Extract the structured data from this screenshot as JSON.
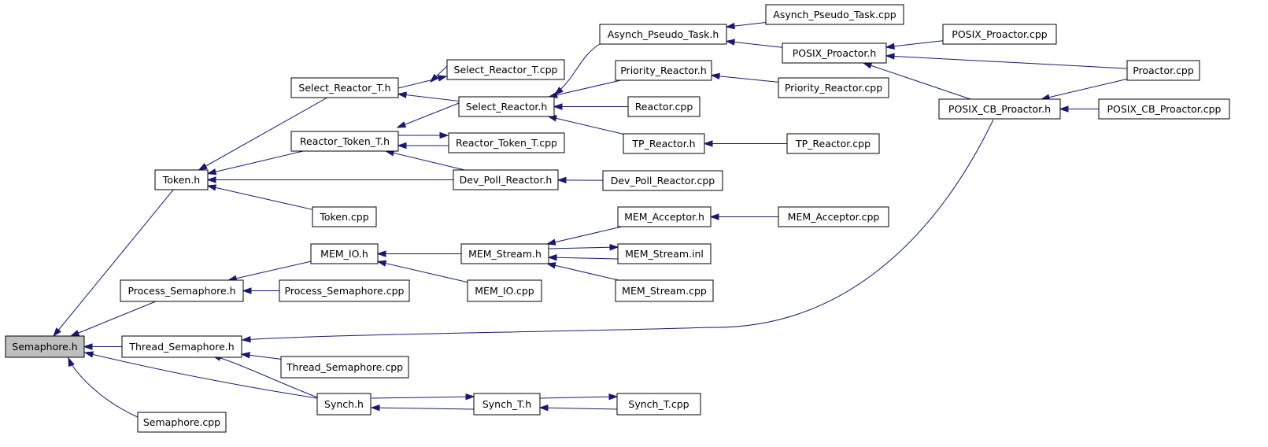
{
  "diagram": {
    "type": "include-dependency-graph",
    "colors": {
      "edge": "#191970",
      "root_fill": "#bfbfbf",
      "node_fill": "#ffffff",
      "node_border": "#000000"
    },
    "nodes": [
      {
        "id": "semaphore_h",
        "label": "Semaphore.h",
        "root": true
      },
      {
        "id": "token_h",
        "label": "Token.h"
      },
      {
        "id": "process_semaphore_h",
        "label": "Process_Semaphore.h"
      },
      {
        "id": "thread_semaphore_h",
        "label": "Thread_Semaphore.h"
      },
      {
        "id": "synch_h",
        "label": "Synch.h"
      },
      {
        "id": "semaphore_cpp",
        "label": "Semaphore.cpp"
      },
      {
        "id": "select_reactor_t_h",
        "label": "Select_Reactor_T.h"
      },
      {
        "id": "reactor_token_t_h",
        "label": "Reactor_Token_T.h"
      },
      {
        "id": "dev_poll_reactor_h",
        "label": "Dev_Poll_Reactor.h"
      },
      {
        "id": "token_cpp",
        "label": "Token.cpp"
      },
      {
        "id": "mem_io_h",
        "label": "MEM_IO.h"
      },
      {
        "id": "process_semaphore_cpp",
        "label": "Process_Semaphore.cpp"
      },
      {
        "id": "thread_semaphore_cpp",
        "label": "Thread_Semaphore.cpp"
      },
      {
        "id": "select_reactor_t_cpp",
        "label": "Select_Reactor_T.cpp"
      },
      {
        "id": "select_reactor_h",
        "label": "Select_Reactor.h"
      },
      {
        "id": "reactor_token_t_cpp",
        "label": "Reactor_Token_T.cpp"
      },
      {
        "id": "mem_stream_h",
        "label": "MEM_Stream.h"
      },
      {
        "id": "mem_io_cpp",
        "label": "MEM_IO.cpp"
      },
      {
        "id": "synch_t_h",
        "label": "Synch_T.h"
      },
      {
        "id": "asynch_pseudo_task_h",
        "label": "Asynch_Pseudo_Task.h"
      },
      {
        "id": "priority_reactor_h",
        "label": "Priority_Reactor.h"
      },
      {
        "id": "reactor_cpp",
        "label": "Reactor.cpp"
      },
      {
        "id": "tp_reactor_h",
        "label": "TP_Reactor.h"
      },
      {
        "id": "dev_poll_reactor_cpp",
        "label": "Dev_Poll_Reactor.cpp"
      },
      {
        "id": "mem_acceptor_h",
        "label": "MEM_Acceptor.h"
      },
      {
        "id": "mem_stream_inl",
        "label": "MEM_Stream.inl"
      },
      {
        "id": "mem_stream_cpp",
        "label": "MEM_Stream.cpp"
      },
      {
        "id": "synch_t_cpp",
        "label": "Synch_T.cpp"
      },
      {
        "id": "asynch_pseudo_task_cpp",
        "label": "Asynch_Pseudo_Task.cpp"
      },
      {
        "id": "posix_proactor_h",
        "label": "POSIX_Proactor.h"
      },
      {
        "id": "priority_reactor_cpp",
        "label": "Priority_Reactor.cpp"
      },
      {
        "id": "tp_reactor_cpp",
        "label": "TP_Reactor.cpp"
      },
      {
        "id": "mem_acceptor_cpp",
        "label": "MEM_Acceptor.cpp"
      },
      {
        "id": "posix_cb_proactor_h",
        "label": "POSIX_CB_Proactor.h"
      },
      {
        "id": "posix_proactor_cpp",
        "label": "POSIX_Proactor.cpp"
      },
      {
        "id": "proactor_cpp",
        "label": "Proactor.cpp"
      },
      {
        "id": "posix_cb_proactor_cpp",
        "label": "POSIX_CB_Proactor.cpp"
      }
    ],
    "edges": [
      {
        "from": "token_h",
        "to": "semaphore_h"
      },
      {
        "from": "process_semaphore_h",
        "to": "semaphore_h"
      },
      {
        "from": "thread_semaphore_h",
        "to": "semaphore_h"
      },
      {
        "from": "synch_h",
        "to": "semaphore_h"
      },
      {
        "from": "semaphore_cpp",
        "to": "semaphore_h"
      },
      {
        "from": "select_reactor_t_h",
        "to": "token_h"
      },
      {
        "from": "reactor_token_t_h",
        "to": "token_h"
      },
      {
        "from": "dev_poll_reactor_h",
        "to": "token_h"
      },
      {
        "from": "token_cpp",
        "to": "token_h"
      },
      {
        "from": "mem_io_h",
        "to": "process_semaphore_h"
      },
      {
        "from": "process_semaphore_cpp",
        "to": "process_semaphore_h"
      },
      {
        "from": "posix_cb_proactor_h",
        "to": "thread_semaphore_h"
      },
      {
        "from": "thread_semaphore_cpp",
        "to": "thread_semaphore_h"
      },
      {
        "from": "synch_h",
        "to": "thread_semaphore_h"
      },
      {
        "from": "synch_t_h",
        "to": "synch_h"
      },
      {
        "from": "select_reactor_t_cpp",
        "to": "select_reactor_t_h"
      },
      {
        "from": "select_reactor_h",
        "to": "select_reactor_t_h"
      },
      {
        "from": "select_reactor_t_h",
        "to": "select_reactor_t_cpp"
      },
      {
        "from": "select_reactor_h",
        "to": "reactor_token_t_h"
      },
      {
        "from": "reactor_token_t_cpp",
        "to": "reactor_token_t_h"
      },
      {
        "from": "dev_poll_reactor_h",
        "to": "reactor_token_t_h"
      },
      {
        "from": "reactor_token_t_h",
        "to": "reactor_token_t_cpp"
      },
      {
        "from": "dev_poll_reactor_cpp",
        "to": "dev_poll_reactor_h"
      },
      {
        "from": "mem_stream_h",
        "to": "mem_io_h"
      },
      {
        "from": "mem_io_cpp",
        "to": "mem_io_h"
      },
      {
        "from": "synch_h",
        "to": "synch_t_h"
      },
      {
        "from": "synch_t_cpp",
        "to": "synch_t_h"
      },
      {
        "from": "synch_t_h",
        "to": "synch_t_cpp"
      },
      {
        "from": "asynch_pseudo_task_h",
        "to": "select_reactor_h"
      },
      {
        "from": "priority_reactor_h",
        "to": "select_reactor_h"
      },
      {
        "from": "reactor_cpp",
        "to": "select_reactor_h"
      },
      {
        "from": "tp_reactor_h",
        "to": "select_reactor_h"
      },
      {
        "from": "mem_acceptor_h",
        "to": "mem_stream_h"
      },
      {
        "from": "mem_stream_inl",
        "to": "mem_stream_h"
      },
      {
        "from": "mem_stream_cpp",
        "to": "mem_stream_h"
      },
      {
        "from": "mem_stream_h",
        "to": "mem_stream_inl"
      },
      {
        "from": "asynch_pseudo_task_cpp",
        "to": "asynch_pseudo_task_h"
      },
      {
        "from": "posix_proactor_h",
        "to": "asynch_pseudo_task_h"
      },
      {
        "from": "priority_reactor_cpp",
        "to": "priority_reactor_h"
      },
      {
        "from": "tp_reactor_cpp",
        "to": "tp_reactor_h"
      },
      {
        "from": "mem_acceptor_cpp",
        "to": "mem_acceptor_h"
      },
      {
        "from": "posix_proactor_cpp",
        "to": "posix_proactor_h"
      },
      {
        "from": "proactor_cpp",
        "to": "posix_proactor_h"
      },
      {
        "from": "posix_cb_proactor_h",
        "to": "posix_proactor_h"
      },
      {
        "from": "proactor_cpp",
        "to": "posix_cb_proactor_h"
      },
      {
        "from": "posix_cb_proactor_cpp",
        "to": "posix_cb_proactor_h"
      }
    ]
  }
}
